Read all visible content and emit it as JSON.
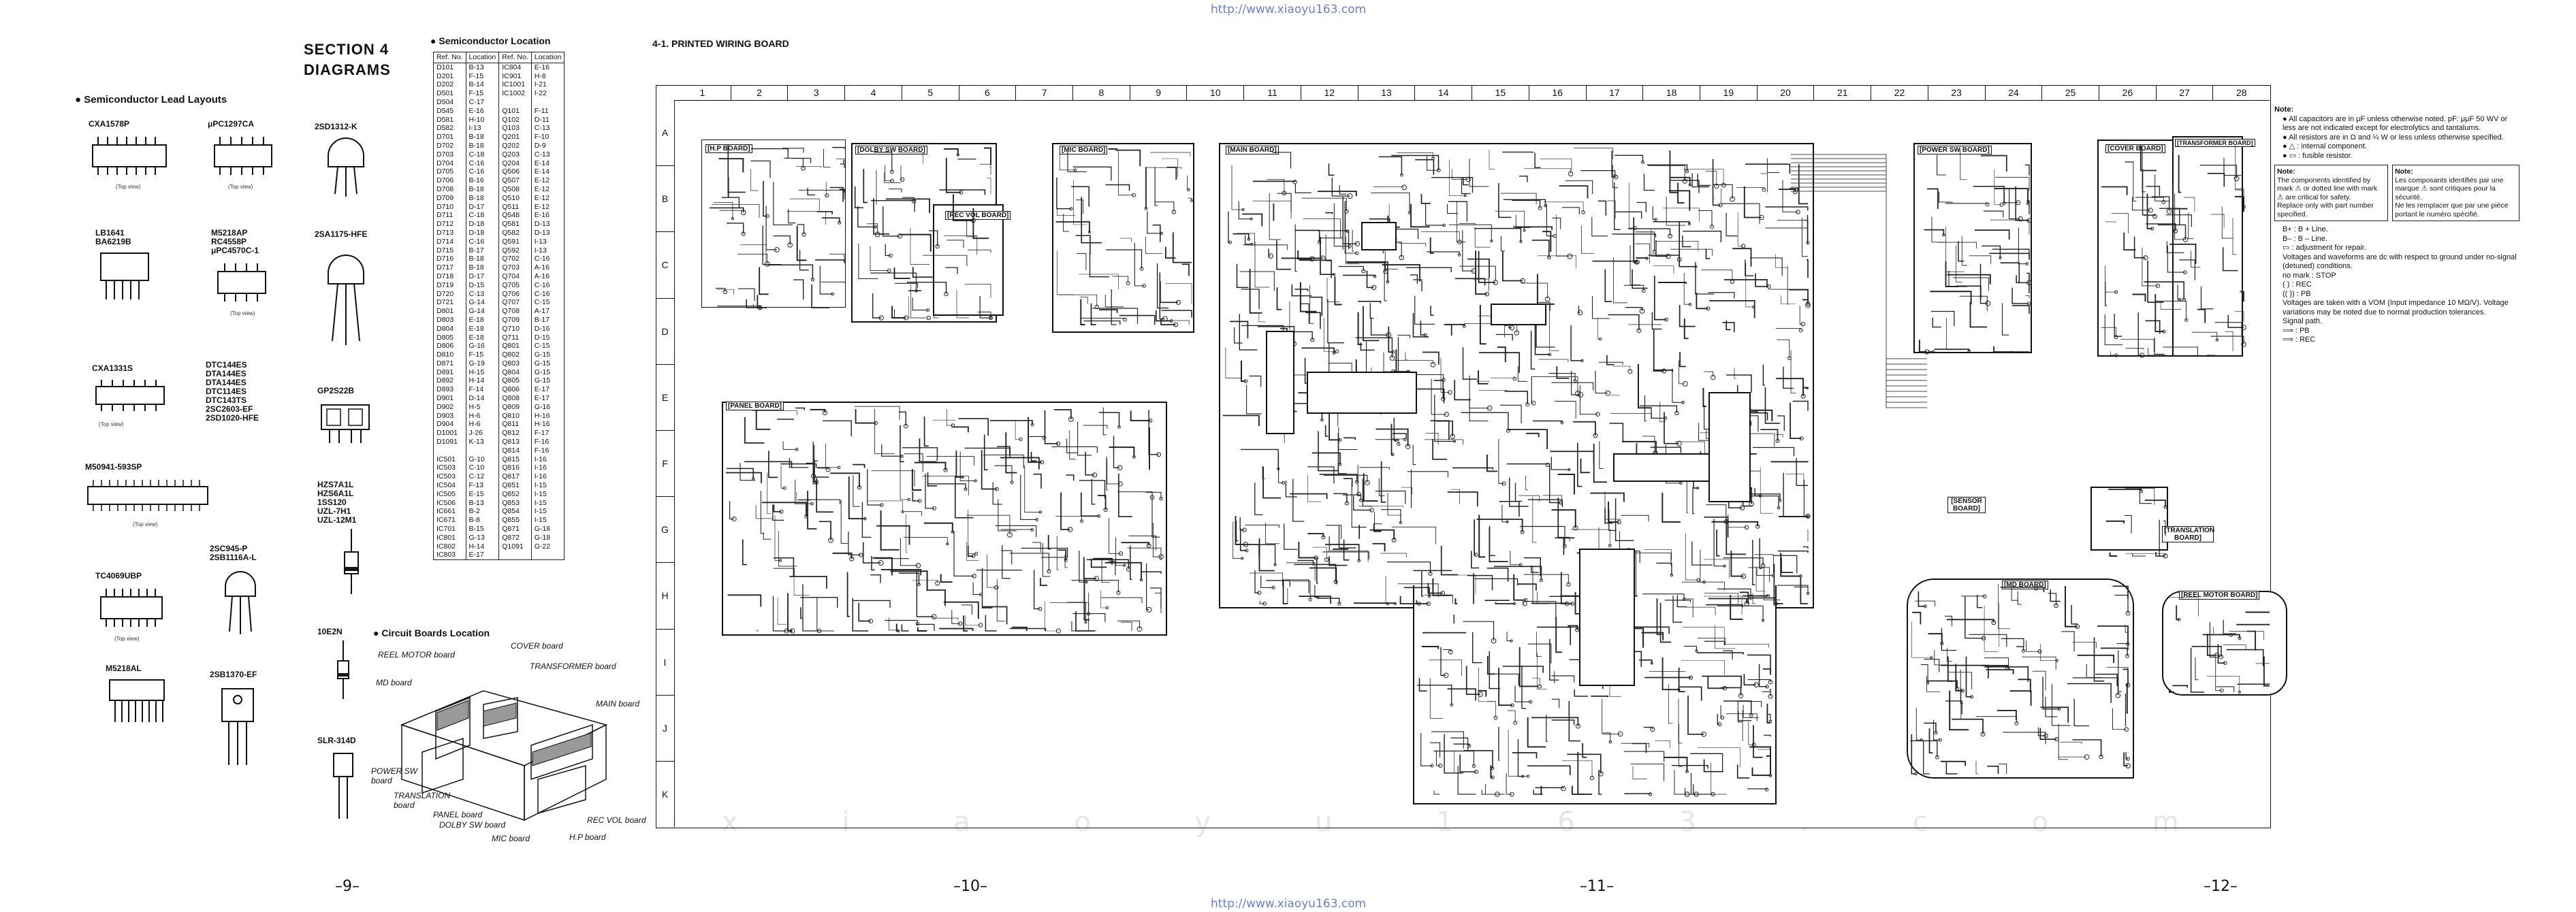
{
  "watermark_url_top": "http://www.xiaoyu163.com",
  "watermark_url_bottom": "http://www.xiaoyu163.com",
  "section": {
    "line1": "SECTION 4",
    "line2": "DIAGRAMS"
  },
  "lead_layouts_title": "Semiconductor Lead Layouts",
  "lead_parts": [
    {
      "name": "CXA1578P",
      "view": "(Top view)"
    },
    {
      "name": "μPC1297CA",
      "view": "(Top view)"
    },
    {
      "name": "LB1641\nBA6219B",
      "view": ""
    },
    {
      "name": "M5218AP\nRC4558P\nμPC4570C-1",
      "view": "(Top view)"
    },
    {
      "name": "CXA1331S",
      "view": "(Top view)"
    },
    {
      "name": "DTC144ES\nDTA144ES\nDTA144ES\nDTC114ES\nDTC143TS\n2SC2603-EF\n2SD1020-HFE",
      "view": ""
    },
    {
      "name": "M50941-593SP",
      "view": "(Top view)"
    },
    {
      "name": "TC4069UBP",
      "view": "(Top view)"
    },
    {
      "name": "2SC945-P\n2SB1116A-L",
      "view": ""
    },
    {
      "name": "M5218AL",
      "view": ""
    },
    {
      "name": "2SB1370-EF",
      "view": ""
    }
  ],
  "col3_parts": [
    {
      "name": "2SD1312-K"
    },
    {
      "name": "2SA1175-HFE"
    },
    {
      "name": "GP2S22B"
    },
    {
      "name": "HZS7A1L\nHZS6A1L\n1SS120\nUZL-7H1\nUZL-12M1"
    },
    {
      "name": "10E2N"
    },
    {
      "name": "SLR-314D"
    }
  ],
  "loc_table": {
    "title": "Semiconductor Location",
    "headers": [
      "Ref. No.",
      "Location",
      "Ref. No.",
      "Location"
    ],
    "col1": "D101\nD201\nD202\nD501\nD504\nD545\nD581\nD582\nD701\nD702\nD703\nD704\nD705\nD706\nD708\nD709\nD710\nD711\nD712\nD713\nD714\nD715\nD716\nD717\nD718\nD719\nD720\nD721\nD801\nD803\nD804\nD805\nD806\nD810\nD871\nD891\nD892\nD893\nD901\nD902\nD903\nD904\nD1001\nD1091\n\nIC501\nIC503\nIC503\nIC504\nIC505\nIC506\nIC661\nIC671\nIC701\nIC801\nIC802\nIC803",
    "col2": "B-13\nF-15\nB-14\nF-15\nC-17\nE-16\nH-10\nI-13\nB-18\nB-18\nC-18\nC-16\nC-16\nB-16\nB-18\nB-18\nD-17\nC-18\nD-18\nD-18\nC-16\nB-17\nB-18\nB-18\nD-17\nD-15\nC-13\nG-14\nG-14\nE-18\nE-18\nE-18\nG-16\nF-15\nG-19\nH-15\nH-14\nF-14\nD-14\nH-5\nH-6\nH-6\nJ-26\nK-13\n\nG-10\nC-10\nC-12\nF-13\nE-15\nB-13\nB-2\nB-8\nB-15\nG-13\nH-14\nE-17",
    "col3": "IC804\nIC901\nIC1001\nIC1002\n\nQ101\nQ102\nQ103\nQ201\nQ202\nQ203\nQ204\nQ506\nQ507\nQ508\nQ510\nQ511\nQ548\nQ581\nQ582\nQ591\nQ592\nQ702\nQ703\nQ704\nQ705\nQ706\nQ707\nQ708\nQ709\nQ710\nQ711\nQ801\nQ802\nQ803\nQ804\nQ805\nQ806\nQ808\nQ809\nQ810\nQ811\nQ812\nQ813\nQ814\nQ815\nQ816\nQ817\nQ851\nQ852\nQ853\nQ854\nQ855\nQ871\nQ872\nQ1091",
    "col4": "E-16\nH-8\nI-21\nI-22\n\nF-11\nD-11\nC-13\nF-10\nD-9\nC-13\nE-14\nE-14\nE-12\nE-12\nE-12\nE-12\nE-16\nD-13\nD-13\nI-13\nI-13\nC-16\nA-16\nA-16\nC-16\nC-16\nC-15\nA-17\nB-17\nD-16\nD-15\nC-15\nG-15\nG-15\nG-15\nG-15\nE-17\nE-17\nG-16\nH-16\nH-16\nF-17\nF-16\nF-16\nI-16\nI-16\nI-16\nI-15\nI-15\nI-15\nI-15\nI-15\nG-18\nG-18\nG-22"
  },
  "circuit_boards": {
    "title": "Circuit Boards Location",
    "labels": [
      "COVER board",
      "REEL MOTOR board",
      "TRANSFORMER board",
      "MD board",
      "MAIN board",
      "POWER SW board",
      "TRANSLATION board",
      "PANEL board",
      "DOLBY SW board",
      "REC VOL board",
      "MIC board",
      "H.P board"
    ]
  },
  "pwb_title": "4-1.  PRINTED WIRING BOARD",
  "grid_cols": [
    "1",
    "2",
    "3",
    "4",
    "5",
    "6",
    "7",
    "8",
    "9",
    "10",
    "11",
    "12",
    "13",
    "14",
    "15",
    "16",
    "17",
    "18",
    "19",
    "20",
    "21",
    "22",
    "23",
    "24",
    "25",
    "26",
    "27",
    "28"
  ],
  "grid_rows": [
    "A",
    "B",
    "C",
    "D",
    "E",
    "F",
    "G",
    "H",
    "I",
    "J",
    "K"
  ],
  "boards": {
    "hp": "[H.P BOARD]",
    "dolby": "[DOLBY SW BOARD]",
    "recvol": "[REC VOL BOARD]",
    "mic": "[MIC BOARD]",
    "main": "[MAIN BOARD]",
    "panel": "[PANEL BOARD]",
    "power": "[POWER SW BOARD]",
    "cover": "[COVER BOARD]",
    "transformer": "[TRANSFORMER BOARD]",
    "sensor": "[SENSOR BOARD]",
    "translation": "[TRANSLATION BOARD]",
    "md": "[MD BOARD]",
    "reel": "[REEL MOTOR BOARD]"
  },
  "notes": {
    "title": "Note:",
    "items": [
      "All capacitors are in μF unless otherwise noted.  pF: μμF 50 WV or less are not indicated except for electrolytics and tantalums.",
      "All resistors are in Ω and ¼ W or less unless otherwise specified.",
      "△ : internal component.",
      "▭ : fusible resistor."
    ],
    "box_en": "The components identified by mark ⚠ or dotted line with mark ⚠ are critical for safety.\nReplace only with part number specified.",
    "box_fr": "Les composants identifiés par une marque ⚠ sont critiques pour la sécurité.\nNe les remplacer que par une pièce portant le numéro spécifié.",
    "note_label_en": "Note:",
    "note_label_fr": "Note:",
    "items2": [
      "B+ : B + Line.",
      "B– : B – Line.",
      "▭ : adjustment for repair.",
      "Voltages and waveforms are dc with respect to ground under no-signal (detuned) conditions.",
      "no mark : STOP",
      "( ) : REC",
      "(( )) : PB",
      "Voltages are taken with a VOM (Input impedance 10 MΩ/V). Voltage variations may be noted due to normal production tolerances.",
      "Signal path.",
      "⟹ : PB",
      "⟹ : REC"
    ]
  },
  "page_numbers": [
    "–9–",
    "–10–",
    "–11–",
    "–12–"
  ],
  "watermark_line": "x i a o y u 1 6 3 . c o m"
}
